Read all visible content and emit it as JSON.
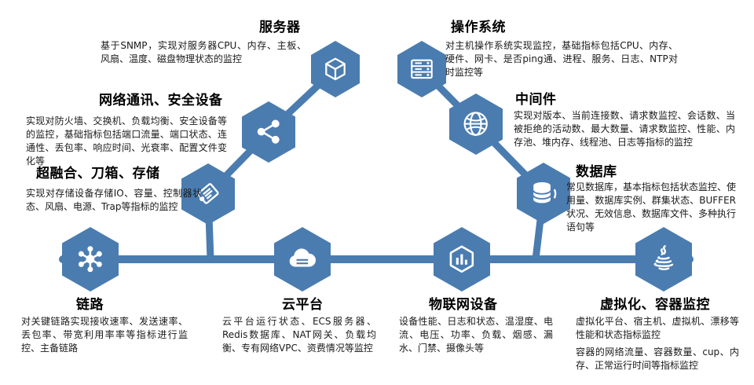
{
  "colors": {
    "primary": "#4a7cb0",
    "text": "#1a1a1a"
  },
  "nodes": {
    "server": {
      "title": "服务器",
      "desc": "基于SNMP，实现对服务器CPU、内存、主板、风扇、温度、磁盘物理状态的监控",
      "icon": "cube-icon"
    },
    "os": {
      "title": "操作系统",
      "desc": "对主机操作系统实现监控，基础指标包括CPU、内存、硬件、网卡、是否ping通、进程、服务、日志、NTP对时监控等",
      "icon": "server-rack-icon"
    },
    "network": {
      "title": "网络通讯、安全设备",
      "desc": "实现对防火墙、交换机、负载均衡、安全设备等的监控，基础指标包括端口流量、端口状态、连通性、丢包率、响应时间、光衰率、配置文件变化等",
      "icon": "share-nodes-icon"
    },
    "middleware": {
      "title": "中间件",
      "desc": "实现对版本、当前连接数、请求数监控、会话数、当被拒绝的活动数、最大数量、请求数监控、性能、内存池、堆内存、线程池、日志等指标的监控",
      "icon": "globe-icon"
    },
    "hci": {
      "title": "超融合、刀箱、存储",
      "desc": "实现对存储设备存储IO、容量、控制器状态、风扇、电源、Trap等指标的监控",
      "icon": "scroll-icon"
    },
    "database": {
      "title": "数据库",
      "desc": "常见数据库，基本指标包括状态监控、使用量、数据库实例、群集状态、BUFFER状况、无效信息、数据库文件、多种执行语句等",
      "icon": "database-icon"
    },
    "link": {
      "title": "链路",
      "desc": "对关键链路实现接收速率、发送速率、丢包率、带宽利用率率等指标进行监控、主备链路",
      "icon": "hub-icon"
    },
    "cloud": {
      "title": "云平台",
      "desc": "云平台运行状态、ECS服务器、Redis数据库、NAT网关、负载均衡、专有网络VPC、资费情况等监控",
      "icon": "cloud-icon"
    },
    "iot": {
      "title": "物联网设备",
      "desc": "设备性能、日志和状态、温湿度、电流、电压、功率、负载、烟感、漏水、门禁、摄像头等",
      "icon": "iot-box-icon"
    },
    "virtualization": {
      "title": "虚拟化、容器监控",
      "desc1": "虚拟化平台、宿主机、虚拟机、漂移等性能和状态指标监控",
      "desc2": "容器的网络流量、容器数量、cup、内存、正常运行时间等指标监控",
      "icon": "java-icon"
    }
  }
}
